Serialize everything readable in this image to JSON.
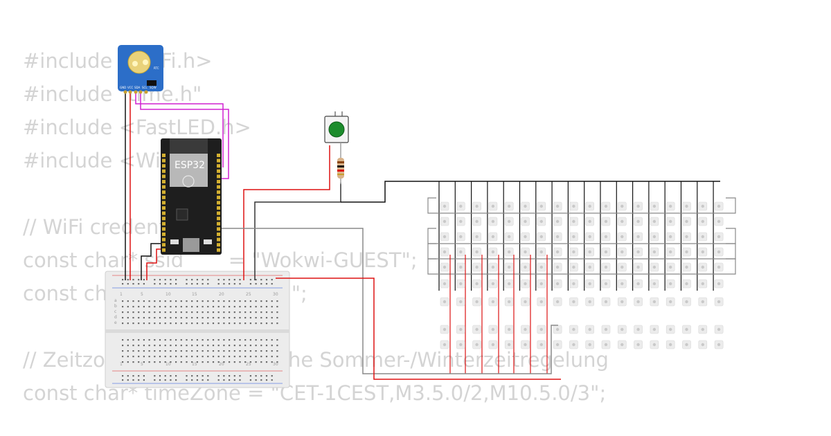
{
  "code": {
    "lines": [
      "#include <WiFi.h>",
      "#include \"time.h\"",
      "#include <FastLED.h>",
      "#include <Wire.h>",
      "",
      "// WiFi credentials",
      "const char* ssid       = \"Wokwi-GUEST\";",
      "const char* password   = \"\";",
      "",
      "// Zeitzone mit automatische Sommer-/Winterzeitregelung",
      "const char* timeZone = \"CET-1CEST,M3.5.0/2,M10.5.0/3\";"
    ]
  },
  "esp32": {
    "label": "ESP32"
  },
  "rtc": {
    "label": "RTC",
    "pins": [
      "GND",
      "VCC",
      "SDA",
      "SCL",
      "SQW"
    ]
  },
  "breadboard": {
    "column_numbers": [
      "1",
      "5",
      "10",
      "15",
      "20",
      "25",
      "30"
    ],
    "row_letters": [
      "a",
      "b",
      "c",
      "d",
      "e"
    ]
  },
  "colors": {
    "wire_red": "#d11",
    "wire_black": "#111",
    "wire_gray": "#888",
    "wire_magenta": "#d020d0",
    "esp_board": "#1e1e1e",
    "rtc_board": "#2c6ec8",
    "button_cap": "#1c8c2c"
  }
}
